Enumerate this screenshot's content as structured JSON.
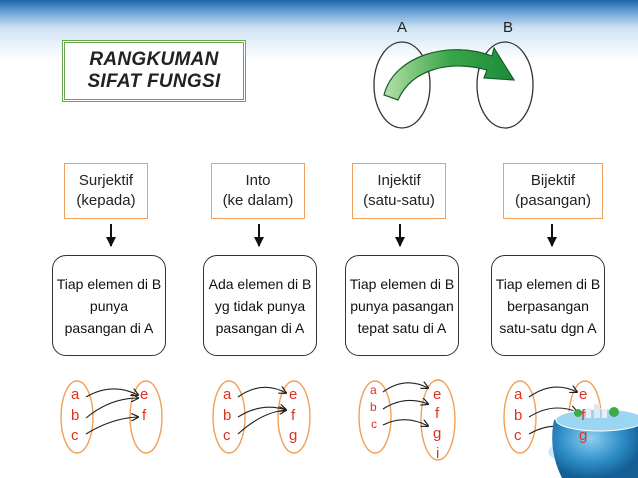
{
  "title": {
    "line1": "RANGKUMAN",
    "line2": "SIFAT FUNGSI"
  },
  "sets": {
    "a": "A",
    "b": "B"
  },
  "categories": [
    {
      "name": "Surjektif",
      "sub": "(kepada)",
      "desc": [
        "Tiap elemen di B",
        "punya",
        "pasangan di A"
      ],
      "domain": [
        "a",
        "b",
        "c"
      ],
      "codomain": [
        "e",
        "f"
      ]
    },
    {
      "name": "Into",
      "sub": "(ke dalam)",
      "desc": [
        "Ada elemen di B",
        "yg tidak punya",
        "pasangan di A"
      ],
      "domain": [
        "a",
        "b",
        "c"
      ],
      "codomain": [
        "e",
        "f",
        "g"
      ]
    },
    {
      "name": "Injektif",
      "sub": "(satu-satu)",
      "desc": [
        "Tiap elemen di B",
        "punya pasangan",
        "tepat satu di A"
      ],
      "domain": [
        "a",
        "b",
        "c"
      ],
      "codomain": [
        "e",
        "f",
        "g",
        "i"
      ]
    },
    {
      "name": "Bijektif",
      "sub": "(pasangan)",
      "desc": [
        "Tiap elemen di B",
        "berpasangan",
        "satu-satu dgn A"
      ],
      "domain": [
        "a",
        "b",
        "c"
      ],
      "codomain": [
        "e",
        "f",
        "g"
      ]
    }
  ],
  "colors": {
    "accent_green": "#3aa64a",
    "box_border": "#f0a058",
    "letter_red": "#e0301e",
    "header_blue": "#1f63a8"
  }
}
